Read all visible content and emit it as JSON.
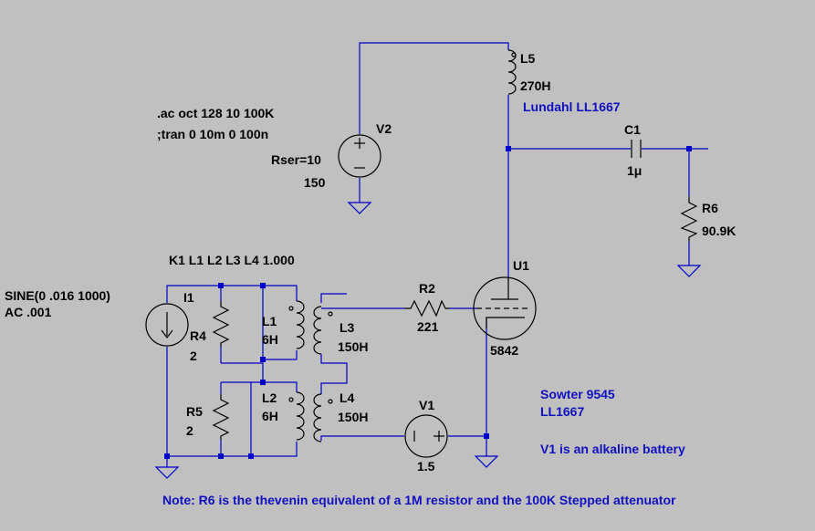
{
  "directives": {
    "ac": ".ac oct 128 10 100K",
    "tran": ";tran 0 10m 0 100n",
    "coupling": "K1 L1 L2 L3 L4 1.000"
  },
  "components": {
    "L5": {
      "ref": "L5",
      "value": "270H"
    },
    "V2": {
      "ref": "V2",
      "rser": "Rser=10",
      "value": "150"
    },
    "C1": {
      "ref": "C1",
      "value": "1μ"
    },
    "R6": {
      "ref": "R6",
      "value": "90.9K"
    },
    "U1": {
      "ref": "U1",
      "value": "5842"
    },
    "R2": {
      "ref": "R2",
      "value": "221"
    },
    "I1": {
      "ref": "I1",
      "sine": "SINE(0 .016 1000)",
      "ac": "AC .001"
    },
    "R4": {
      "ref": "R4",
      "value": "2"
    },
    "R5": {
      "ref": "R5",
      "value": "2"
    },
    "L1": {
      "ref": "L1",
      "value": "6H"
    },
    "L2": {
      "ref": "L2",
      "value": "6H"
    },
    "L3": {
      "ref": "L3",
      "value": "150H"
    },
    "L4": {
      "ref": "L4",
      "value": "150H"
    },
    "V1": {
      "ref": "V1",
      "value": "1.5"
    }
  },
  "notes": {
    "lundahl": "Lundahl LL1667",
    "sowter": "Sowter 9545",
    "ll1667": "LL1667",
    "battery": "V1 is an alkaline battery",
    "footer": "Note: R6 is the thevenin equivalent of a 1M resistor and the 100K Stepped attenuator"
  },
  "colors": {
    "background": "#c0c0c0",
    "wire": "#0000c8",
    "component": "#000000",
    "comment_text": "#1010c0"
  }
}
